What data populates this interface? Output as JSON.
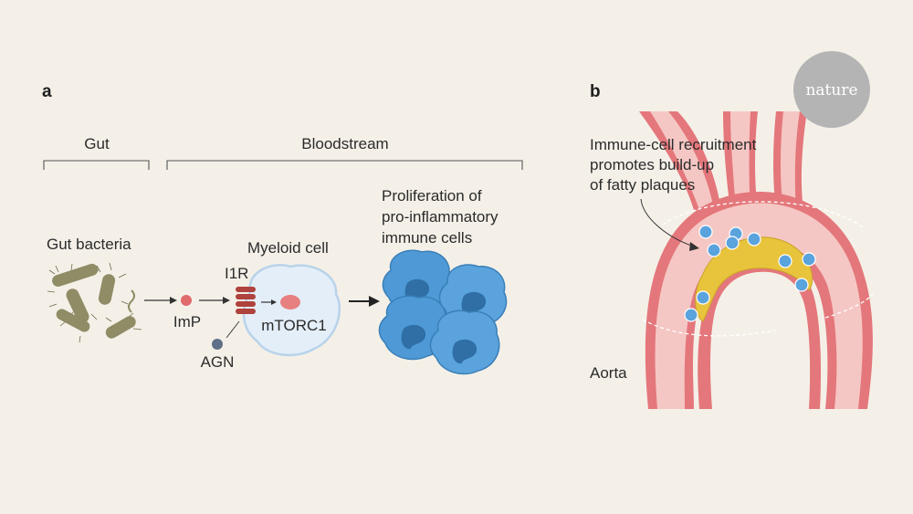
{
  "panel_a": {
    "letter": "a",
    "gut_label": "Gut",
    "bloodstream_label": "Bloodstream",
    "gut_bacteria_label": "Gut bacteria",
    "imp_label": "ImP",
    "i1r_label": "I1R",
    "agn_label": "AGN",
    "myeloid_label": "Myeloid cell",
    "mtorc1_label": "mTORC1",
    "proliferation_lines": [
      "Proliferation of",
      "pro-inflammatory",
      "immune cells"
    ]
  },
  "panel_b": {
    "letter": "b",
    "recruitment_lines": [
      "Immune-cell recruitment",
      "promotes build-up",
      "of fatty plaques"
    ],
    "aorta_label": "Aorta"
  },
  "logo": {
    "text": "nature"
  },
  "colors": {
    "background": "#f4f0e8",
    "bacteria": "#8f8c66",
    "imp_dot": "#e06b6b",
    "receptor": "#b0423d",
    "agn_dot": "#5f7088",
    "myeloid_cell": "#e3eef8",
    "immune_cell": "#4f9ad6",
    "aorta_outer": "#e4777b",
    "aorta_inner": "#f5c7c4",
    "plaque": "#e8c43c",
    "logo_circle": "#b4b4b4"
  }
}
